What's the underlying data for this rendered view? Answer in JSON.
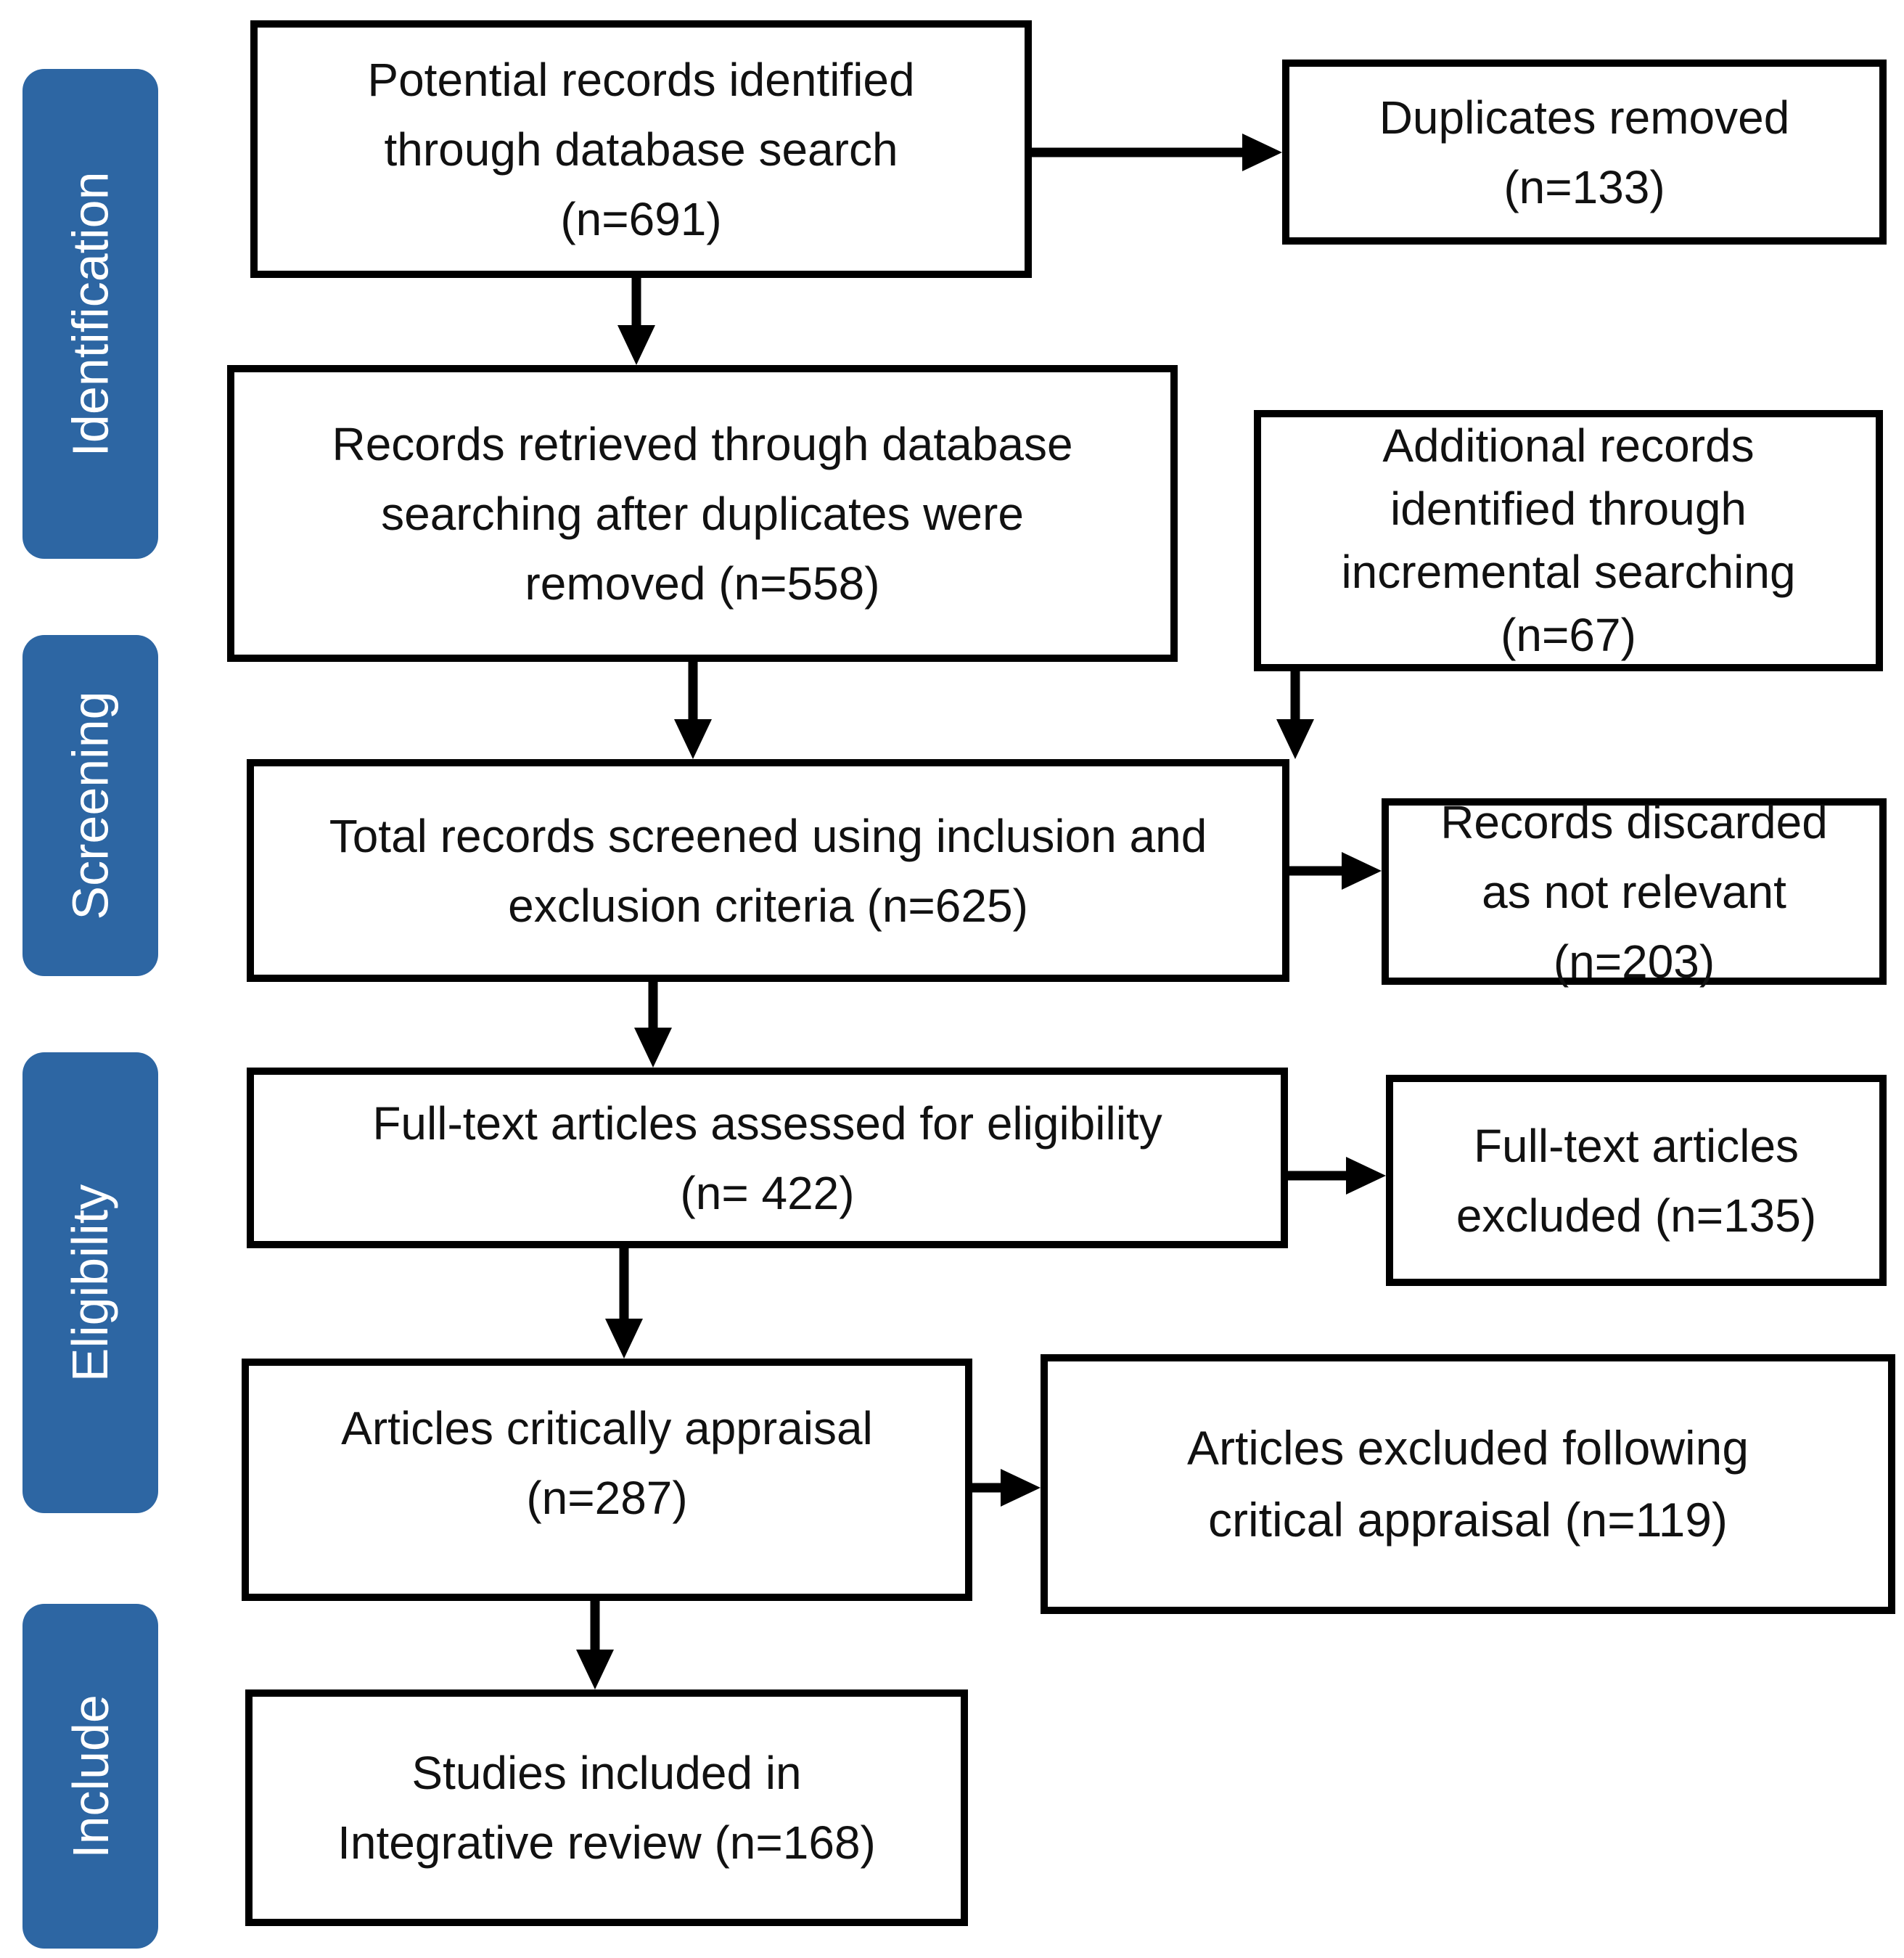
{
  "diagram": {
    "type": "prisma-flowchart",
    "accent_blue": "#2d66a3",
    "box_border_color": "#000000",
    "stages": [
      {
        "label": "Identification"
      },
      {
        "label": "Screening"
      },
      {
        "label": "Eligibility"
      },
      {
        "label": "Include"
      }
    ],
    "boxes": {
      "potential": "Potential records identified\nthrough database search\n(n=691)",
      "duplicates": "Duplicates removed\n(n=133)",
      "retrieved": "Records retrieved through database\nsearching after duplicates were\nremoved (n=558)",
      "additional": "Additional records\nidentified through\nincremental searching\n(n=67)",
      "screened": "Total records screened using inclusion and\nexclusion criteria (n=625)",
      "discarded": "Records discarded\nas not relevant\n(n=203)",
      "fulltext_assessed": "Full-text articles assessed for eligibility\n(n= 422)",
      "fulltext_excluded": "Full-text articles\nexcluded (n=135)",
      "appraised": "Articles critically appraisal\n(n=287)",
      "appraisal_excluded": "Articles excluded following\ncritical appraisal (n=119)",
      "included": "Studies included in\nIntegrative review (n=168)"
    },
    "counts": {
      "identified": 691,
      "duplicates_removed": 133,
      "after_duplicates": 558,
      "additional": 67,
      "screened": 625,
      "discarded": 203,
      "fulltext_assessed": 422,
      "fulltext_excluded": 135,
      "appraised": 287,
      "appraisal_excluded": 119,
      "included": 168
    }
  }
}
